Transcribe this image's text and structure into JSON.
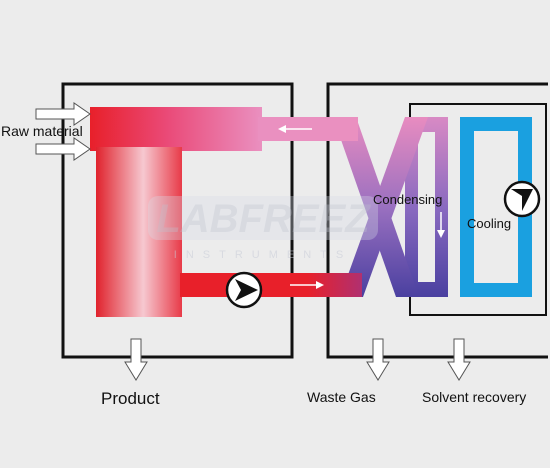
{
  "labels": {
    "raw_material": "Raw material",
    "product": "Product",
    "condensing": "Condensing",
    "cooling": "Cooling",
    "waste_gas": "Waste Gas",
    "solvent_recovery": "Solvent recovery"
  },
  "watermark": {
    "brand": "LABFREEZ",
    "sub": "INSTRUMENTS"
  },
  "colors": {
    "hot_red": "#e8202a",
    "pink": "#e880b0",
    "purple": "#5a4aa8",
    "cooling_blue": "#1aa0e0",
    "frame": "#111111"
  }
}
